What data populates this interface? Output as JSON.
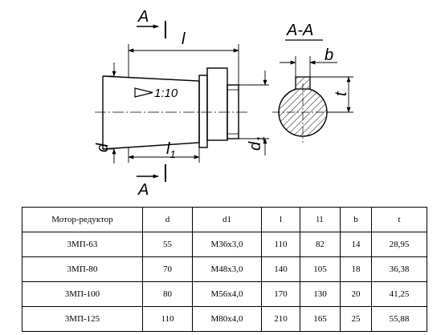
{
  "drawing": {
    "section_label": "A-A",
    "cut_label_top": "A",
    "cut_label_bottom": "A",
    "dim_l": "l",
    "dim_l1": "l",
    "dim_l1_sub": "1",
    "dim_d": "d",
    "dim_d1": "d",
    "dim_d1_sub": "1",
    "dim_b": "b",
    "dim_t": "t",
    "taper": "1:10"
  },
  "table": {
    "headers": [
      "Мотор-редуктор",
      "d",
      "d1",
      "l",
      "l1",
      "b",
      "t"
    ],
    "rows": [
      [
        "3МП-63",
        "55",
        "M36x3,0",
        "110",
        "82",
        "14",
        "28,95"
      ],
      [
        "3МП-80",
        "70",
        "M48x3,0",
        "140",
        "105",
        "18",
        "36,38"
      ],
      [
        "3МП-100",
        "80",
        "M56x4,0",
        "170",
        "130",
        "20",
        "41,25"
      ],
      [
        "3МП-125",
        "110",
        "M80x4,0",
        "210",
        "165",
        "25",
        "55,88"
      ]
    ]
  }
}
